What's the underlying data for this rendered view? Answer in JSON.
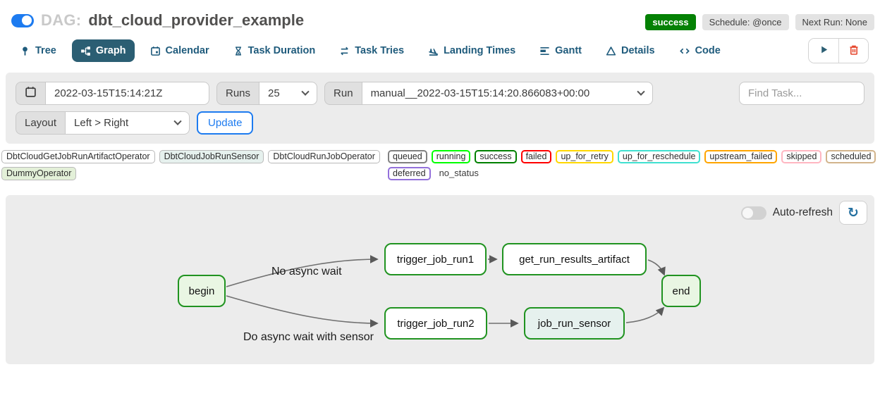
{
  "header": {
    "toggle_on": true,
    "dag_prefix": "DAG:",
    "dag_title": "dbt_cloud_provider_example",
    "status_badge": "success",
    "schedule_badge": "Schedule: @once",
    "next_run_badge": "Next Run: None",
    "status_color": "#048104",
    "accent_blue": "#1d7bf0"
  },
  "tabs": [
    {
      "label": "Tree",
      "icon": "pin-icon",
      "active": false
    },
    {
      "label": "Graph",
      "icon": "sitemap-icon",
      "active": true
    },
    {
      "label": "Calendar",
      "icon": "calendar-icon",
      "active": false
    },
    {
      "label": "Task Duration",
      "icon": "hourglass-icon",
      "active": false
    },
    {
      "label": "Task Tries",
      "icon": "repeat-icon",
      "active": false
    },
    {
      "label": "Landing Times",
      "icon": "plane-landing-icon",
      "active": false
    },
    {
      "label": "Gantt",
      "icon": "gantt-icon",
      "active": false
    },
    {
      "label": "Details",
      "icon": "triangle-icon",
      "active": false
    },
    {
      "label": "Code",
      "icon": "code-icon",
      "active": false
    }
  ],
  "actions": {
    "play_icon": "play-icon",
    "delete_icon": "trash-icon",
    "play_color": "#2b5e73",
    "delete_color": "#e5472d"
  },
  "toolbar": {
    "calendar_icon": "calendar-icon",
    "base_date": "2022-03-15T15:14:21Z",
    "runs_label": "Runs",
    "runs_value": "25",
    "run_label": "Run",
    "run_value": "manual__2022-03-15T15:14:20.866083+00:00",
    "find_task_placeholder": "Find Task...",
    "layout_label": "Layout",
    "layout_value": "Left > Right",
    "update_label": "Update"
  },
  "legend": {
    "operators": [
      {
        "label": "DbtCloudGetJobRunArtifactOperator",
        "bg": "#ffffff"
      },
      {
        "label": "DbtCloudJobRunSensor",
        "bg": "#e6f1ee"
      },
      {
        "label": "DbtCloudRunJobOperator",
        "bg": "#ffffff"
      },
      {
        "label": "DummyOperator",
        "bg": "#e3f0d8"
      }
    ],
    "states": [
      {
        "label": "queued",
        "border": "#808080"
      },
      {
        "label": "running",
        "border": "#00ff00"
      },
      {
        "label": "success",
        "border": "#008000"
      },
      {
        "label": "failed",
        "border": "#ff0000"
      },
      {
        "label": "up_for_retry",
        "border": "#ffd700"
      },
      {
        "label": "up_for_reschedule",
        "border": "#40e0d0"
      },
      {
        "label": "upstream_failed",
        "border": "#ffa500"
      },
      {
        "label": "skipped",
        "border": "#ffb6c1"
      },
      {
        "label": "scheduled",
        "border": "#d2b48c"
      },
      {
        "label": "deferred",
        "border": "#9370db"
      },
      {
        "label": "no_status",
        "border": "none"
      }
    ]
  },
  "graph": {
    "auto_refresh_label": "Auto-refresh",
    "auto_refresh_on": false,
    "refresh_icon": "refresh-icon",
    "node_border_color": "#209320",
    "edge_color": "#707070",
    "nodes": [
      {
        "id": "begin",
        "label": "begin",
        "fill": "#e9f6e3"
      },
      {
        "id": "trigger_job_run1",
        "label": "trigger_job_run1",
        "fill": "#ffffff"
      },
      {
        "id": "get_run_results_artifact",
        "label": "get_run_results_artifact",
        "fill": "#ffffff"
      },
      {
        "id": "trigger_job_run2",
        "label": "trigger_job_run2",
        "fill": "#ffffff"
      },
      {
        "id": "job_run_sensor",
        "label": "job_run_sensor",
        "fill": "#e6f1ee"
      },
      {
        "id": "end",
        "label": "end",
        "fill": "#e9f6e3"
      }
    ],
    "edges": [
      {
        "from": "begin",
        "to": "trigger_job_run1",
        "label": "No async wait"
      },
      {
        "from": "begin",
        "to": "trigger_job_run2",
        "label": "Do async wait with sensor"
      },
      {
        "from": "trigger_job_run1",
        "to": "get_run_results_artifact"
      },
      {
        "from": "get_run_results_artifact",
        "to": "end"
      },
      {
        "from": "trigger_job_run2",
        "to": "job_run_sensor"
      },
      {
        "from": "job_run_sensor",
        "to": "end"
      }
    ],
    "edge_labels": [
      {
        "text": "No async wait"
      },
      {
        "text": "Do async wait with sensor"
      }
    ]
  }
}
